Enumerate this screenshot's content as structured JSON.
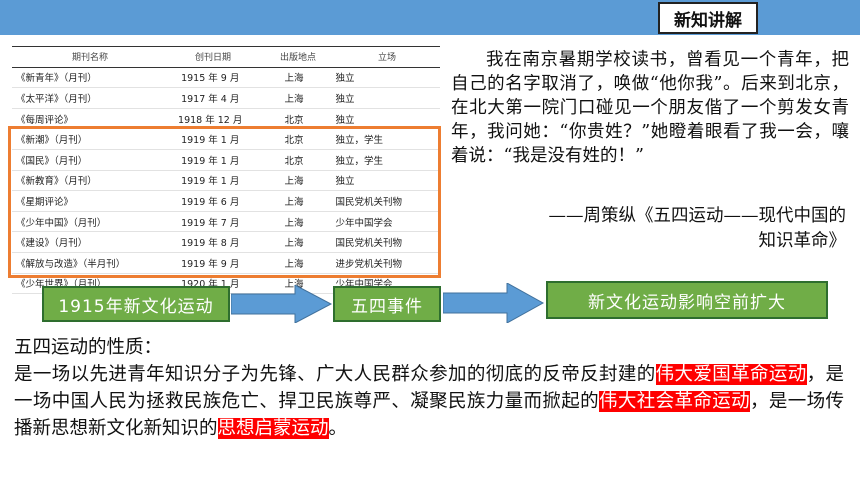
{
  "header": {
    "badge": "新知讲解"
  },
  "table": {
    "headers": [
      "期刊名称",
      "创刊日期",
      "出版地点",
      "立场"
    ],
    "rows": [
      [
        "《新青年》（月刊）",
        "1915 年 9 月",
        "上海",
        "独立"
      ],
      [
        "《太平洋》（月刊）",
        "1917 年 4 月",
        "上海",
        "独立"
      ],
      [
        "《每周评论》",
        "1918 年 12 月",
        "北京",
        "独立"
      ],
      [
        "《新潮》（月刊）",
        "1919 年 1 月",
        "北京",
        "独立，学生"
      ],
      [
        "《国民》（月刊）",
        "1919 年 1 月",
        "北京",
        "独立，学生"
      ],
      [
        "《新教育》（月刊）",
        "1919 年 1 月",
        "上海",
        "独立"
      ],
      [
        "《星期评论》",
        "1919 年 6 月",
        "上海",
        "国民党机关刊物"
      ],
      [
        "《少年中国》（月刊）",
        "1919 年 7 月",
        "上海",
        "少年中国学会"
      ],
      [
        "《建设》（月刊）",
        "1919 年 8 月",
        "上海",
        "国民党机关刊物"
      ],
      [
        "《解放与改造》（半月刊）",
        "1919 年 9 月",
        "上海",
        "进步党机关刊物"
      ],
      [
        "《少年世界》（月刊）",
        "1920 年 1 月",
        "上海",
        "少年中国学会"
      ]
    ]
  },
  "quote": {
    "text": "我在南京暑期学校读书，曾看见一个青年，把自己的名字取消了，唤做“他你我”。后来到北京，在北大第一院门口碰见一个朋友偕了一个剪发女青年，我问她：“你贵姓？”她瞪着眼看了我一会，嚷着说：“我是没有姓的！”",
    "attribution_line1": "——周策纵《五四运动——现代中国的",
    "attribution_line2": "知识革命》"
  },
  "flow": {
    "box1": "1915年新文化运动",
    "box2": "五四事件",
    "box3": "新文化运动影响空前扩大"
  },
  "nature": {
    "title": "五四运动的性质：",
    "p1": "是一场以先进青年知识分子为先锋、广大人民群众参加的彻底的反帝反封建的",
    "h1": "伟大爱国革命运动",
    "p2": "，是一场中国人民为拯救民族危亡、捍卫民族尊严、凝聚民族力量而掀起的",
    "h2": "伟大社会革命运动",
    "p3": "，是一场传播新思想新文化新知识的",
    "h3": "思想启蒙运动",
    "p4": "。"
  },
  "colors": {
    "topbar": "#5b9bd5",
    "highlight_border": "#ed7d31",
    "flow_box": "#70ad47",
    "arrow": "#5b9bd5",
    "text_highlight": "#ff0000"
  }
}
